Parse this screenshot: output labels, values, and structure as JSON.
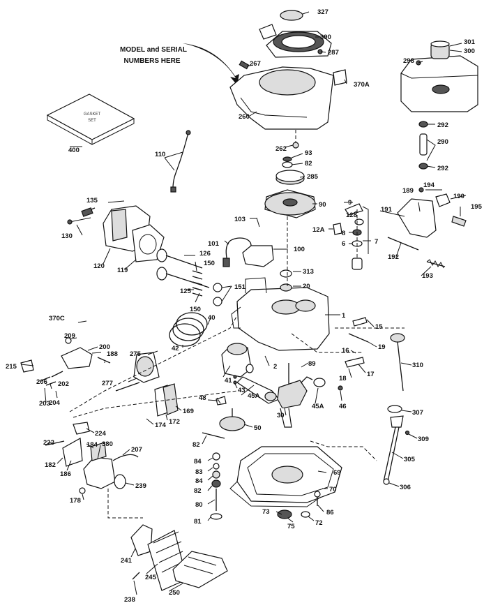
{
  "callout": {
    "line1": "MODEL and SERIAL",
    "line2": "NUMBERS HERE"
  },
  "kit_label": {
    "line1": "GASKET",
    "line2": "SET"
  },
  "part_labels": [
    "327",
    "390",
    "287",
    "267",
    "370A",
    "260",
    "262",
    "93",
    "82",
    "285",
    "301",
    "300",
    "298",
    "292",
    "290",
    "292",
    "400",
    "110",
    "135",
    "130",
    "120",
    "119",
    "126",
    "125",
    "150",
    "151",
    "150",
    "101",
    "100",
    "103",
    "90",
    "128",
    "12A",
    "9",
    "8",
    "6",
    "7",
    "189",
    "194",
    "190",
    "191",
    "195",
    "192",
    "193",
    "313",
    "20",
    "40",
    "42",
    "1",
    "15",
    "19",
    "16",
    "17",
    "18",
    "2",
    "41",
    "43",
    "45A",
    "89",
    "45A",
    "46",
    "30",
    "370C",
    "209",
    "200",
    "188",
    "275",
    "215",
    "206",
    "202",
    "204",
    "203",
    "277",
    "169",
    "172",
    "174",
    "224",
    "223",
    "182",
    "186",
    "184",
    "380",
    "207",
    "239",
    "178",
    "48",
    "50",
    "82",
    "84",
    "83",
    "84",
    "82",
    "80",
    "81",
    "310",
    "307",
    "309",
    "305",
    "306",
    "69",
    "70",
    "73",
    "75",
    "72",
    "86",
    "241",
    "245",
    "238",
    "250"
  ]
}
